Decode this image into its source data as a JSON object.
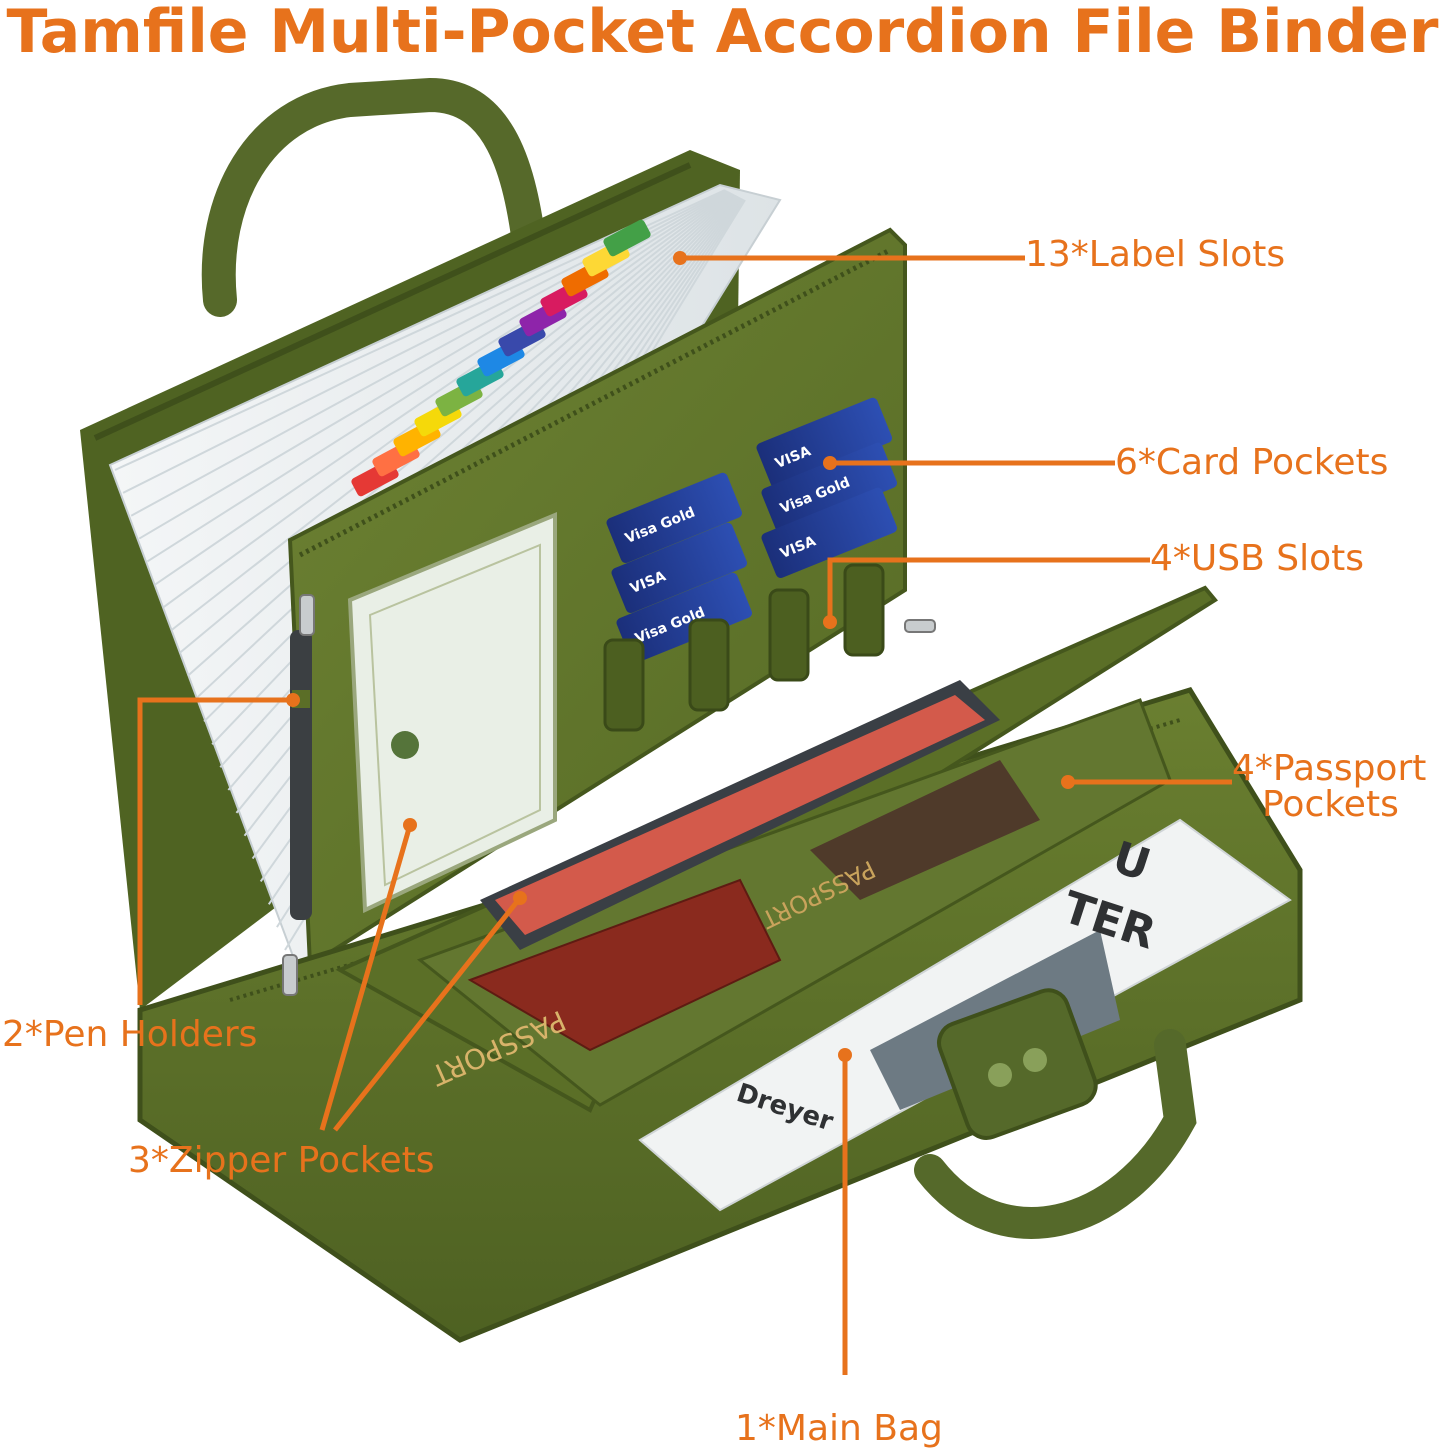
{
  "title": "Tamfile Multi-Pocket Accordion File Binder",
  "accent_color": "#e7721c",
  "product_color": "#5a6e28",
  "callouts": {
    "label_slots": "13*Label Slots",
    "card_pockets": "6*Card Pockets",
    "usb_slots": "4*USB Slots",
    "passport_pockets_line1": "4*Passport",
    "passport_pockets_line2": "Pockets",
    "pen_holders": "2*Pen Holders",
    "zipper_pockets": "3*Zipper Pockets",
    "main_bag": "1*Main Bag"
  },
  "tab_colors": [
    "#e53935",
    "#ff7043",
    "#ffb300",
    "#f5d90a",
    "#7cb342",
    "#26a69a",
    "#1e88e5",
    "#3949ab",
    "#8e24aa",
    "#d81b60",
    "#ef6c00",
    "#fdd835",
    "#43a047"
  ],
  "printed_text": {
    "card_brand": "VISA",
    "card_label": "Visa Gold",
    "passport": "PASSPORT",
    "magazine_line1": "U",
    "magazine_line2": "TER",
    "magazine_author": "Dreyer"
  }
}
